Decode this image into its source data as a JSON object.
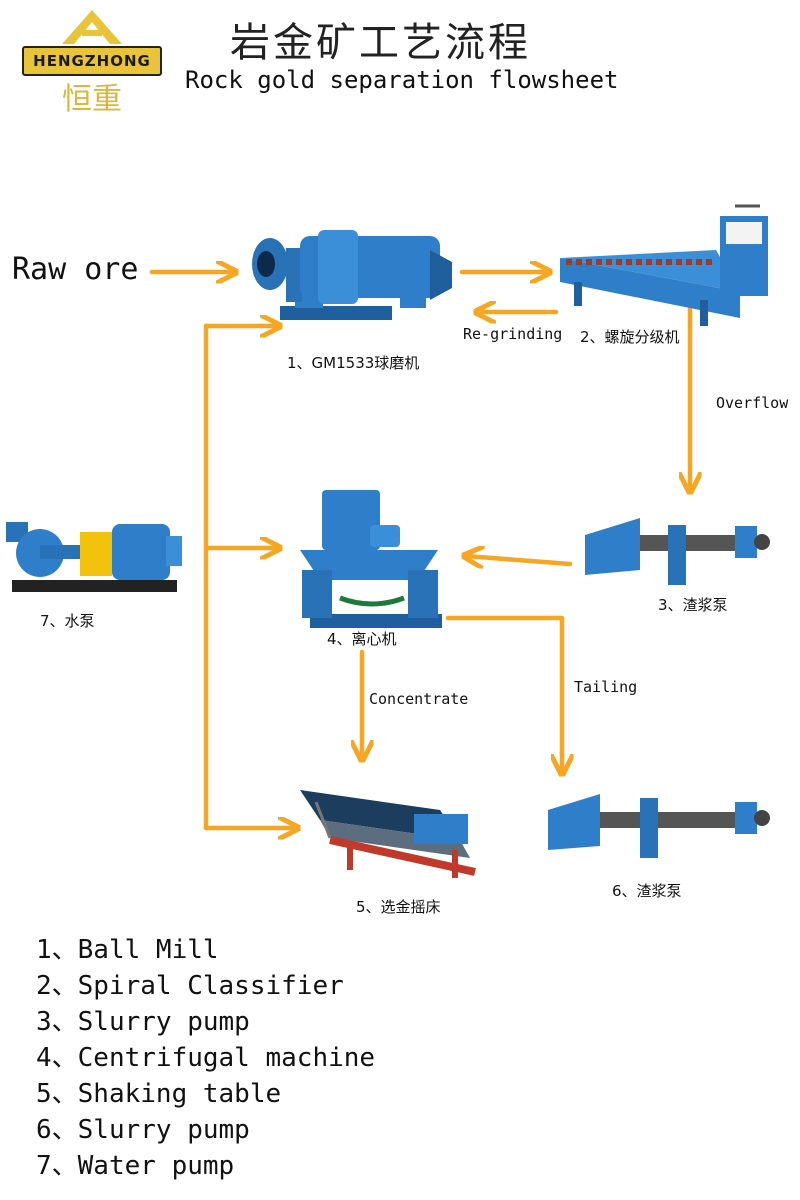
{
  "logo": {
    "brand": "HENGZHONG",
    "cn": "恒重"
  },
  "title_cn": "岩金矿工艺流程",
  "title_en": "Rock gold separation flowsheet",
  "raw_ore": "Raw ore",
  "equipment": {
    "ball_mill": "1、GM1533球磨机",
    "classifier": "2、螺旋分级机",
    "slurry_pump_3": "3、渣浆泵",
    "centrifuge": "4、离心机",
    "shaking_table": "5、选金摇床",
    "slurry_pump_6": "6、渣浆泵",
    "water_pump": "7、水泵"
  },
  "flow_labels": {
    "regrinding": "Re-grinding",
    "overflow": "Overflow",
    "concentrate": "Concentrate",
    "tailing": "Tailing"
  },
  "legend": [
    "1、Ball Mill",
    "2、Spiral Classifier",
    "3、Slurry pump",
    "4、Centrifugal machine",
    "5、Shaking table",
    "6、Slurry pump",
    "7、Water pump"
  ],
  "colors": {
    "arrow": "#f5a623",
    "machine_blue": "#2f7ec9",
    "motor_yellow": "#f2c20c",
    "table_red": "#c0392b",
    "logo_gold": "#e9c43a"
  }
}
